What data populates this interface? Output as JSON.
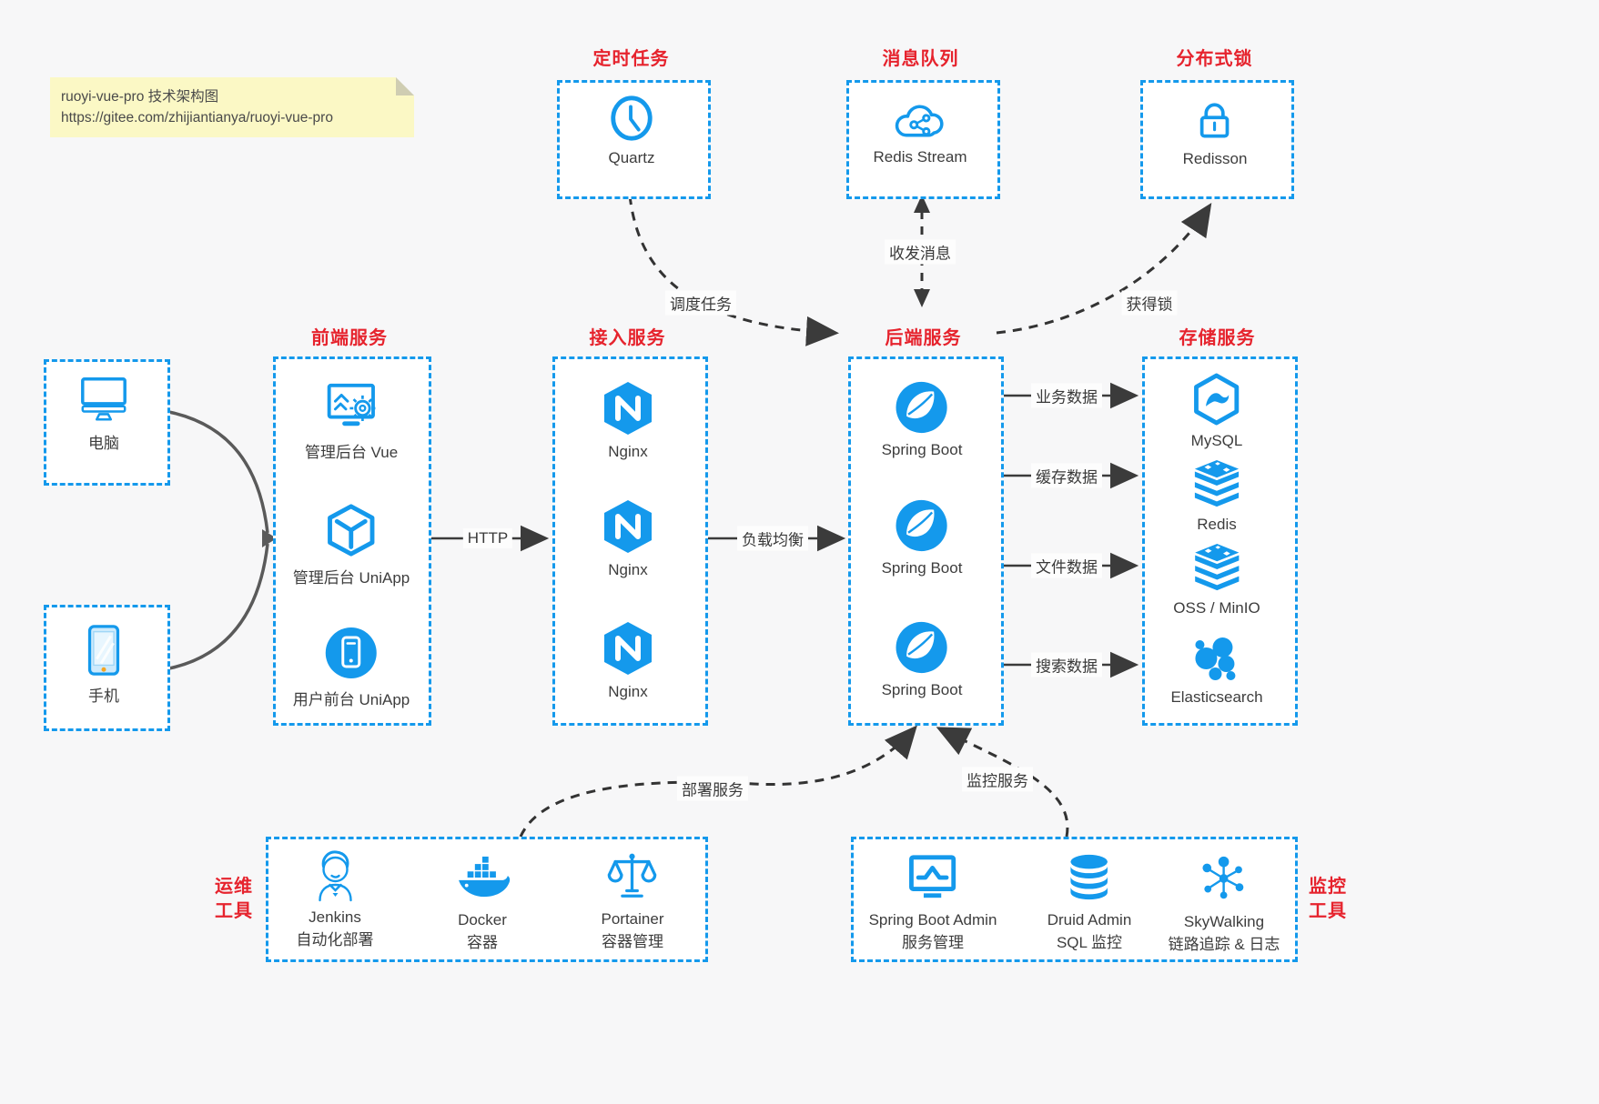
{
  "note": {
    "line1": "ruoyi-vue-pro 技术架构图",
    "line2": "https://gitee.com/zhijiantianya/ruoyi-vue-pro"
  },
  "colors": {
    "accent_blue": "#1499ec",
    "title_red": "#e6232d",
    "arrow_dark": "#3b3b3b"
  },
  "top_groups": [
    {
      "title": "定时任务",
      "item": {
        "label": "Quartz",
        "icon": "clock-icon"
      }
    },
    {
      "title": "消息队列",
      "item": {
        "label": "Redis Stream",
        "icon": "cloud-share-icon"
      }
    },
    {
      "title": "分布式锁",
      "item": {
        "label": "Redisson",
        "icon": "lock-icon"
      }
    }
  ],
  "clients": [
    {
      "label": "电脑",
      "icon": "desktop-icon"
    },
    {
      "label": "手机",
      "icon": "phone-icon"
    }
  ],
  "columns": [
    {
      "title": "前端服务",
      "items": [
        {
          "label": "管理后台 Vue",
          "icon": "admin-vue-icon"
        },
        {
          "label": "管理后台 UniApp",
          "icon": "cube-icon"
        },
        {
          "label": "用户前台 UniApp",
          "icon": "mobile-app-icon"
        }
      ]
    },
    {
      "title": "接入服务",
      "items": [
        {
          "label": "Nginx",
          "icon": "nginx-icon"
        },
        {
          "label": "Nginx",
          "icon": "nginx-icon"
        },
        {
          "label": "Nginx",
          "icon": "nginx-icon"
        }
      ]
    },
    {
      "title": "后端服务",
      "items": [
        {
          "label": "Spring Boot",
          "icon": "spring-icon"
        },
        {
          "label": "Spring Boot",
          "icon": "spring-icon"
        },
        {
          "label": "Spring Boot",
          "icon": "spring-icon"
        }
      ]
    },
    {
      "title": "存储服务",
      "items": [
        {
          "label": "MySQL",
          "icon": "mysql-icon"
        },
        {
          "label": "Redis",
          "icon": "redis-stack-icon"
        },
        {
          "label": "OSS / MinIO",
          "icon": "redis-stack-icon"
        },
        {
          "label": "Elasticsearch",
          "icon": "elasticsearch-icon"
        }
      ]
    }
  ],
  "edge_labels": {
    "http": "HTTP",
    "load_balance": "负载均衡",
    "biz": "业务数据",
    "cache": "缓存数据",
    "file": "文件数据",
    "search": "搜索数据",
    "schedule": "调度任务",
    "message": "收发消息",
    "lock": "获得锁",
    "deploy": "部署服务",
    "monitor": "监控服务"
  },
  "bottom_groups": [
    {
      "side_title": [
        "运维",
        "工具"
      ],
      "items": [
        {
          "name": "Jenkins",
          "desc": "自动化部署",
          "icon": "jenkins-icon"
        },
        {
          "name": "Docker",
          "desc": "容器",
          "icon": "docker-icon"
        },
        {
          "name": "Portainer",
          "desc": "容器管理",
          "icon": "portainer-icon"
        }
      ]
    },
    {
      "side_title": [
        "监控",
        "工具"
      ],
      "items": [
        {
          "name": "Spring Boot Admin",
          "desc": "服务管理",
          "icon": "monitor-chart-icon"
        },
        {
          "name": "Druid Admin",
          "desc": "SQL 监控",
          "icon": "database-icon"
        },
        {
          "name": "SkyWalking",
          "desc": "链路追踪 & 日志",
          "icon": "topology-icon"
        }
      ]
    }
  ]
}
